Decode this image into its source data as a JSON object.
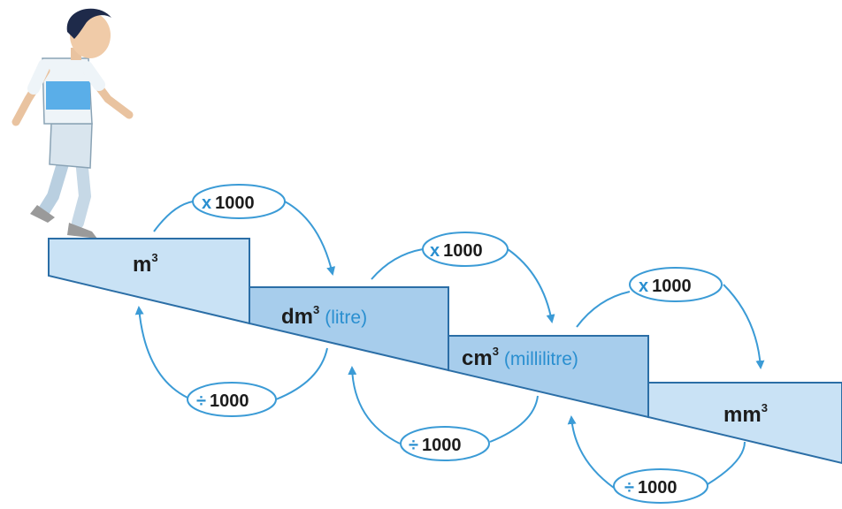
{
  "steps": [
    {
      "unit": "m",
      "sup": "3",
      "alias": ""
    },
    {
      "unit": "dm",
      "sup": "3",
      "alias": "(litre)"
    },
    {
      "unit": "cm",
      "sup": "3",
      "alias": "(millilitre)"
    },
    {
      "unit": "mm",
      "sup": "3",
      "alias": ""
    }
  ],
  "down_ops": [
    {
      "symbol": "x",
      "value": "1000"
    },
    {
      "symbol": "x",
      "value": "1000"
    },
    {
      "symbol": "x",
      "value": "1000"
    }
  ],
  "up_ops": [
    {
      "symbol": "÷",
      "value": "1000"
    },
    {
      "symbol": "÷",
      "value": "1000"
    },
    {
      "symbol": "÷",
      "value": "1000"
    }
  ],
  "colors": {
    "step_fill": "#c9e2f5",
    "step_fill_dark": "#a7cdec",
    "outline": "#2b6ea6",
    "arrow": "#3b9bd6",
    "accent": "#2a8fd0"
  }
}
